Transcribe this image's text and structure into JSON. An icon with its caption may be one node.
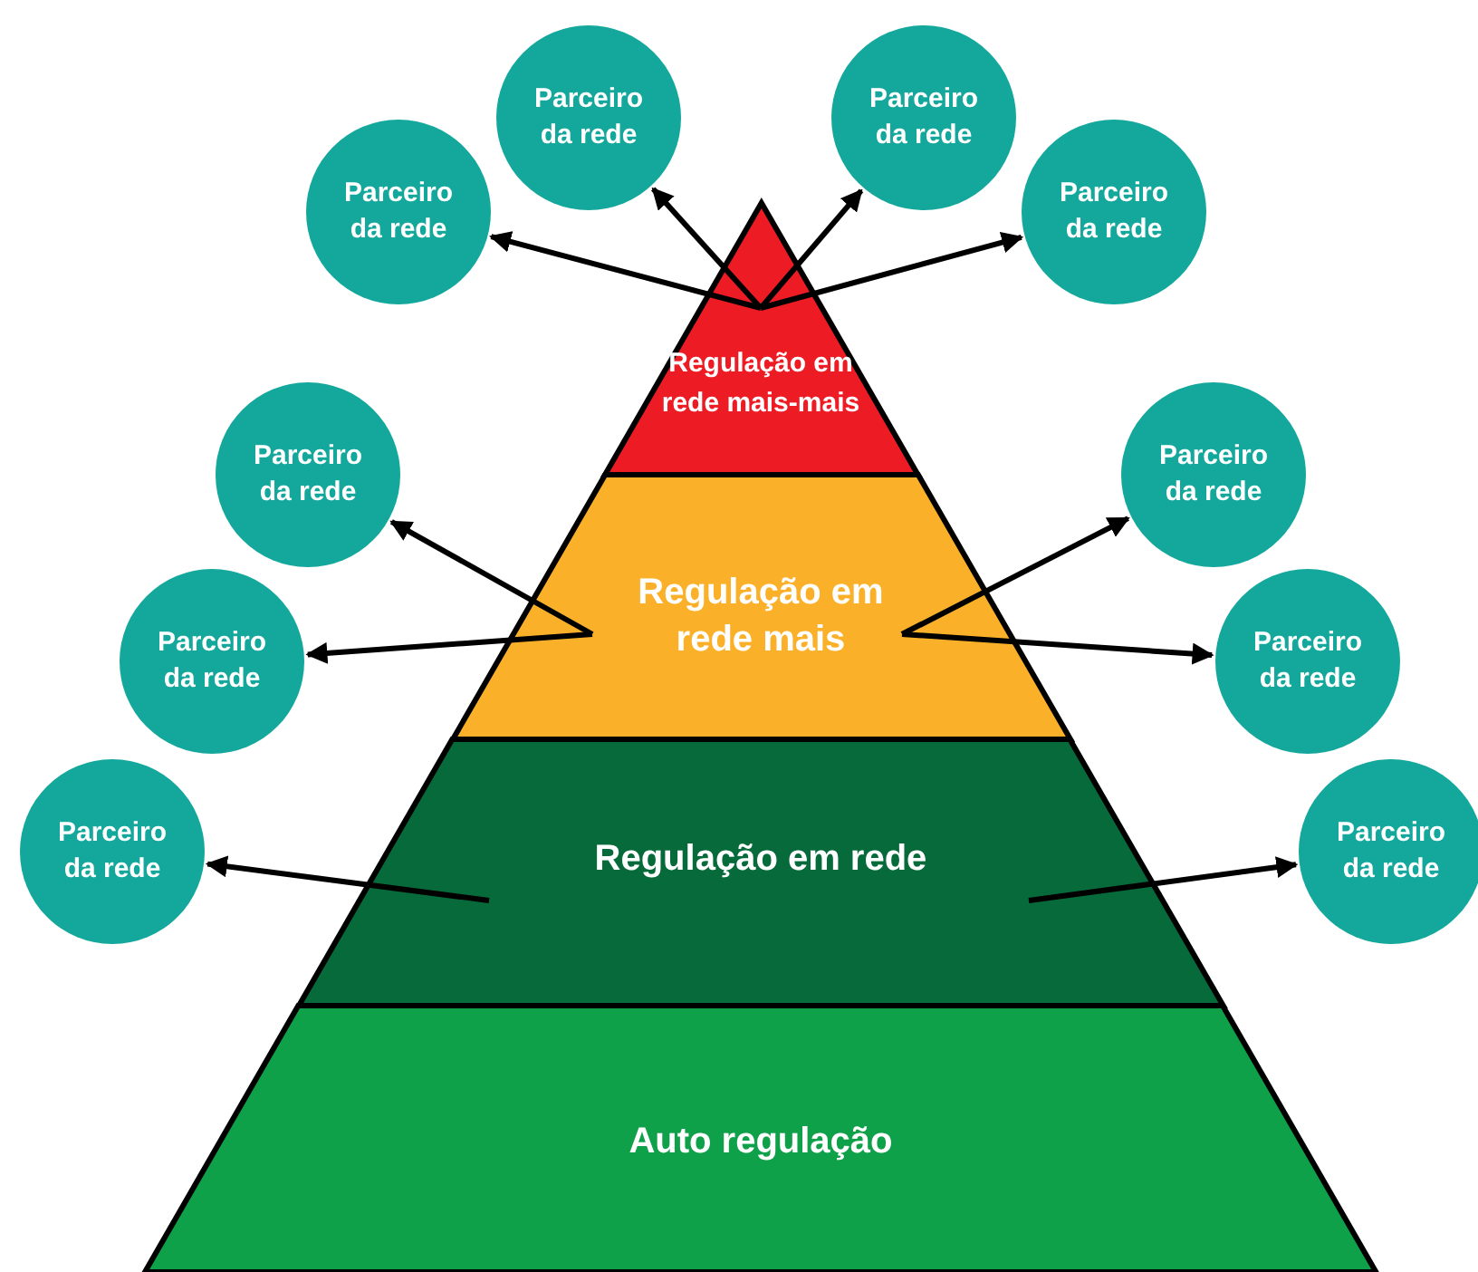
{
  "diagram": {
    "nodes": [
      {
        "text": [
          "Parceiro da rede"
        ]
      },
      {
        "text": [
          "Parceiro da rede"
        ]
      },
      {
        "text": [
          "Parceiro da rede"
        ]
      },
      {
        "text": [
          "Parceiro da rede"
        ]
      },
      {
        "text": [
          "Regulação em rede mais-mais"
        ]
      },
      {
        "text": [
          "Parceiro da rede"
        ]
      },
      {
        "text": [
          "Parceiro da rede"
        ]
      },
      {
        "text": [
          "Regulação em rede mais"
        ]
      },
      {
        "text": [
          "Parceiro da rede"
        ]
      },
      {
        "text": [
          "Parceiro da rede"
        ]
      },
      {
        "text": [
          "Regulação em rede"
        ]
      },
      {
        "text": [
          "Parceiro da rede"
        ]
      },
      {
        "text": [
          "Parceiro da rede"
        ]
      },
      {
        "text": [
          "Auto regulação"
        ]
      }
    ],
    "edges": [
      {
        "from": 4,
        "to": 2,
        "arrow": "to"
      },
      {
        "from": 4,
        "to": 0,
        "arrow": "to"
      },
      {
        "from": 4,
        "to": 1,
        "arrow": "to"
      },
      {
        "from": 4,
        "to": 3,
        "arrow": "to"
      },
      {
        "from": 7,
        "to": 5,
        "arrow": "to"
      },
      {
        "from": 7,
        "to": 8,
        "arrow": "to"
      },
      {
        "from": 7,
        "to": 6,
        "arrow": "to"
      },
      {
        "from": 7,
        "to": 9,
        "arrow": "to"
      },
      {
        "from": 10,
        "to": 11,
        "arrow": "to"
      },
      {
        "from": 10,
        "to": 12,
        "arrow": "to"
      }
    ]
  }
}
